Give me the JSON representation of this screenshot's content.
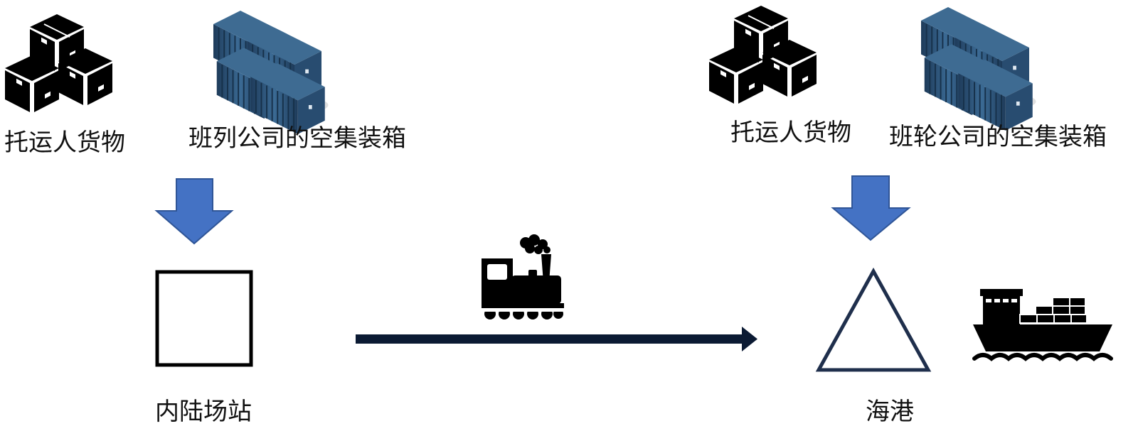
{
  "left_group": {
    "cargo_label": "托运人货物",
    "container_label": "班列公司的空集装箱",
    "cargo_icon": "boxes-icon",
    "container_icon": "container-stack-icon"
  },
  "right_group": {
    "cargo_label": "托运人货物",
    "container_label": "班轮公司的空集装箱",
    "cargo_icon": "boxes-icon",
    "container_icon": "container-stack-icon"
  },
  "nodes": {
    "inland_station": {
      "label": "内陆场站",
      "shape": "square"
    },
    "seaport": {
      "label": "海港",
      "shape": "triangle"
    }
  },
  "transport": {
    "rail_icon": "steam-train-icon",
    "ship_icon": "container-ship-icon"
  },
  "colors": {
    "down_arrow": "#4472C4",
    "flow_arrow": "#0b1a33",
    "outline": "#1f2f4c",
    "container": "#2b4f73",
    "icon": "#000000"
  }
}
